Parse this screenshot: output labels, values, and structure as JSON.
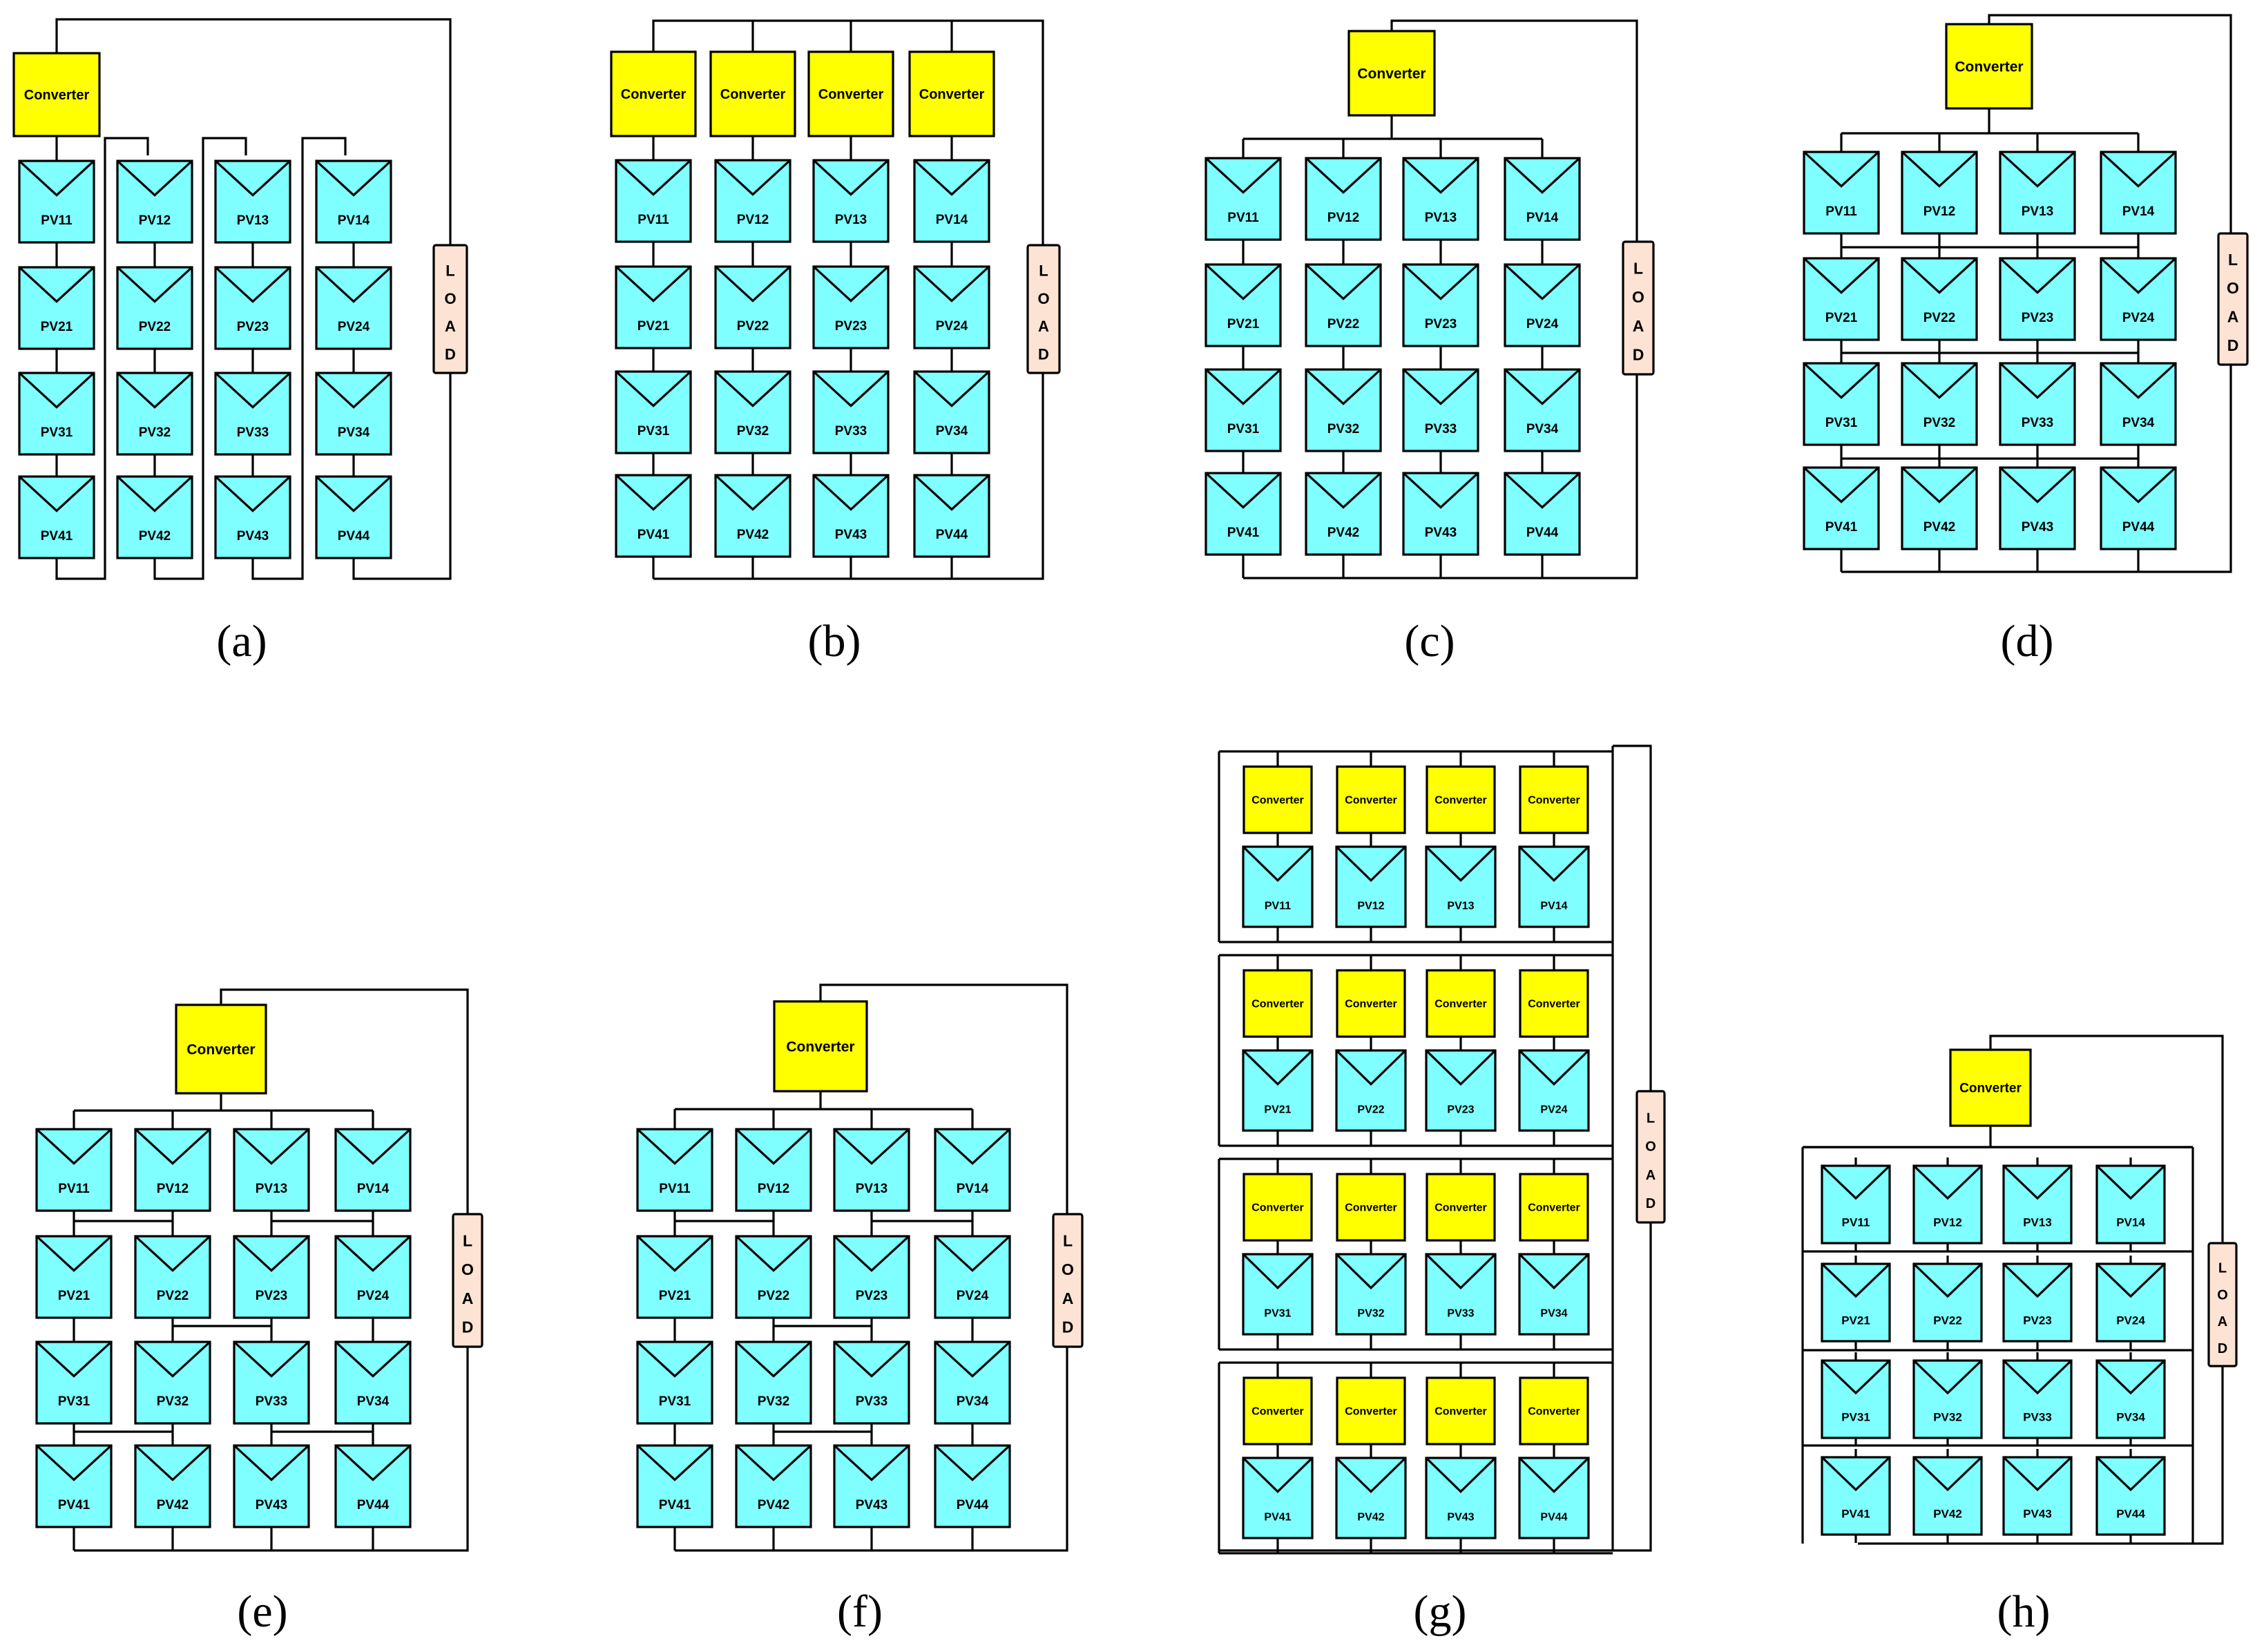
{
  "colors": {
    "pv_fill": "#7fffff",
    "converter_fill": "#ffff00",
    "load_fill": "#fde3d3",
    "wire": "#000000",
    "background": "#ffffff"
  },
  "icons": {
    "pv_module": "pv-panel-icon",
    "converter": "converter-block",
    "load": "load-block"
  },
  "text": {
    "converter": "Converter",
    "load_letters": [
      "L",
      "O",
      "A",
      "D"
    ]
  },
  "pv_labels": [
    [
      "PV11",
      "PV12",
      "PV13",
      "PV14"
    ],
    [
      "PV21",
      "PV22",
      "PV23",
      "PV24"
    ],
    [
      "PV31",
      "PV32",
      "PV33",
      "PV34"
    ],
    [
      "PV41",
      "PV42",
      "PV43",
      "PV44"
    ]
  ],
  "panels": [
    {
      "id": "a",
      "label": "(a)",
      "topology": "series",
      "converter_count": 1
    },
    {
      "id": "b",
      "label": "(b)",
      "topology": "string",
      "converter_count": 4
    },
    {
      "id": "c",
      "label": "(c)",
      "topology": "series-parallel",
      "converter_count": 1
    },
    {
      "id": "d",
      "label": "(d)",
      "topology": "total-cross-tied",
      "converter_count": 1
    },
    {
      "id": "e",
      "label": "(e)",
      "topology": "bridge-linked",
      "converter_count": 1
    },
    {
      "id": "f",
      "label": "(f)",
      "topology": "honey-comb",
      "converter_count": 1
    },
    {
      "id": "g",
      "label": "(g)",
      "topology": "module-converter-rows",
      "converter_count": 16
    },
    {
      "id": "h",
      "label": "(h)",
      "topology": "row-grouped",
      "converter_count": 1
    }
  ]
}
